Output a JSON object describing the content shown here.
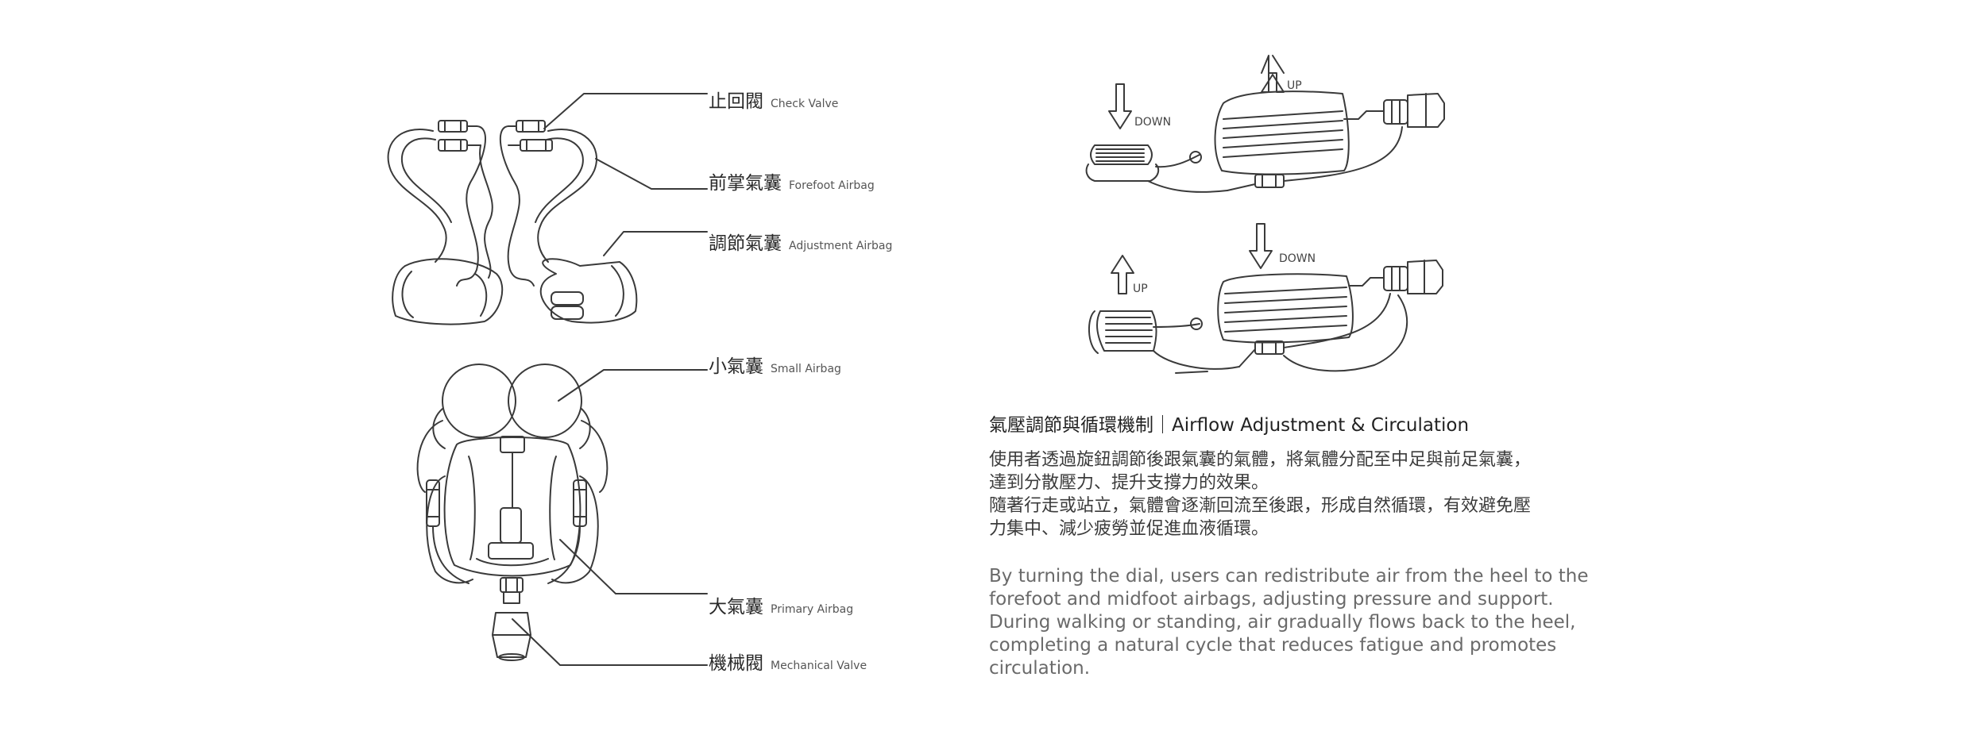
{
  "labels": {
    "check_valve": {
      "zh": "止回閥",
      "en": "Check Valve"
    },
    "forefoot_airbag": {
      "zh": "前掌氣囊",
      "en": "Forefoot Airbag"
    },
    "adjustment_airbag": {
      "zh": "調節氣囊",
      "en": "Adjustment Airbag"
    },
    "small_airbag": {
      "zh": "小氣囊",
      "en": "Small Airbag"
    },
    "primary_airbag": {
      "zh": "大氣囊",
      "en": "Primary Airbag"
    },
    "mechanical_valve": {
      "zh": "機械閥",
      "en": "Mechanical Valve"
    }
  },
  "flow": {
    "top": {
      "down": "DOWN",
      "up": "UP"
    },
    "bottom": {
      "up": "UP",
      "down": "DOWN"
    }
  },
  "section_title": "氣壓調節與循環機制｜Airflow Adjustment & Circulation",
  "paragraph_zh": [
    "使用者透過旋鈕調節後跟氣囊的氣體，將氣體分配至中足與前足氣囊，",
    "達到分散壓力、提升支撐力的效果。",
    "隨著行走或站立，氣體會逐漸回流至後跟，形成自然循環，有效避免壓",
    "力集中、減少疲勞並促進血液循環。"
  ],
  "paragraph_en": "By turning the dial, users can redistribute air from the heel to the forefoot and midfoot airbags, adjusting pressure and support. During walking or standing, air gradually flows back to the heel, completing a natural cycle that reduces fatigue and promotes circulation.",
  "colors": {
    "line": "#3a3a3a",
    "text": "#333333",
    "muted": "#6a6a6a"
  }
}
